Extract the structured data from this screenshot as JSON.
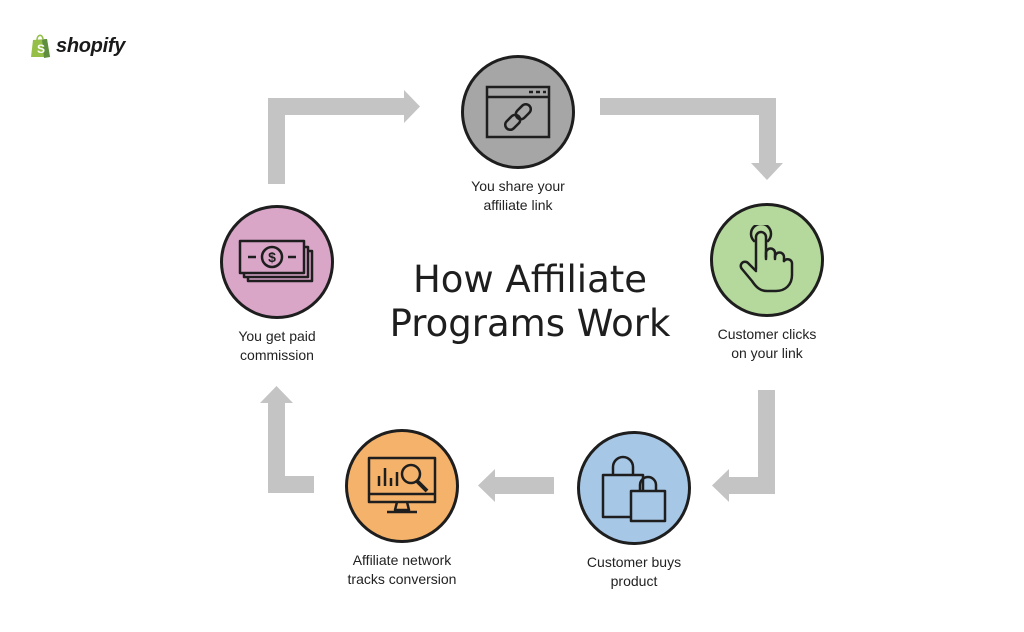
{
  "brand": {
    "name": "shopify",
    "logo_icon": "shopify-bag-icon",
    "color": "#95bf47"
  },
  "title": {
    "line1": "How Affiliate",
    "line2": "Programs Work"
  },
  "steps": [
    {
      "line1": "You share your",
      "line2": "affiliate link",
      "icon": "browser-link-icon",
      "color": "#a6a6a6"
    },
    {
      "line1": "Customer clicks",
      "line2": "on your link",
      "icon": "pointer-hand-icon",
      "color": "#b5d99c"
    },
    {
      "line1": "Customer buys",
      "line2": "product",
      "icon": "shopping-bags-icon",
      "color": "#a7c7e7"
    },
    {
      "line1": "Affiliate network",
      "line2": "tracks conversion",
      "icon": "monitor-analytics-icon",
      "color": "#f5b26b"
    },
    {
      "line1": "You get paid",
      "line2": "commission",
      "icon": "cash-bills-icon",
      "color": "#d9a6c8"
    }
  ],
  "arrow_color": "#c4c4c4"
}
